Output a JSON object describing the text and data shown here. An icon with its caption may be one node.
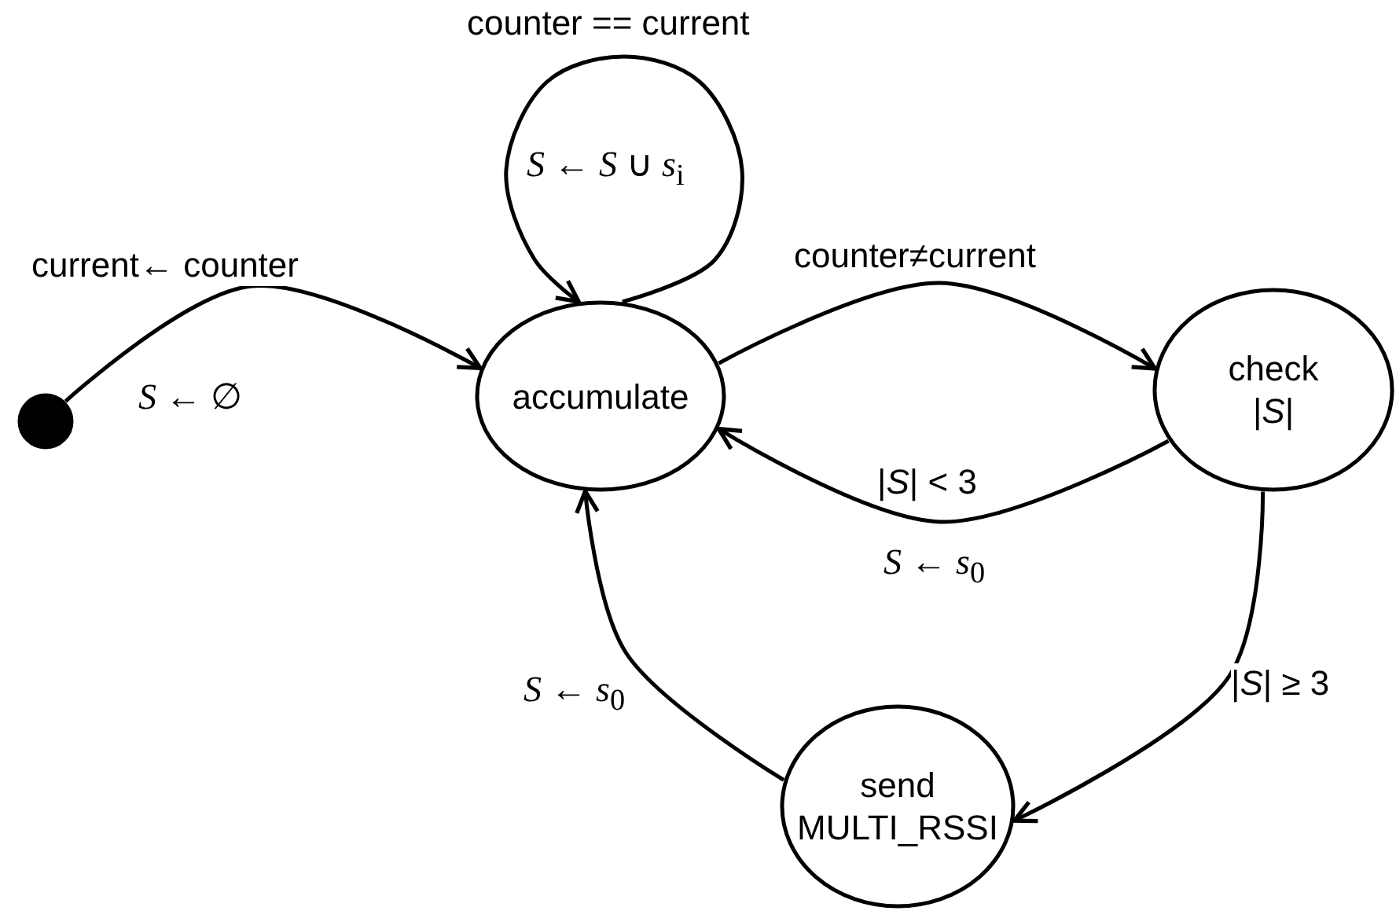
{
  "diagram": {
    "nodes": [
      {
        "text": [],
        "shape": "circle"
      },
      {
        "text": [
          "accumulate"
        ]
      },
      {
        "text": [
          "check",
          "|*S*|"
        ]
      },
      {
        "text": [
          "send MULTI_RSSI"
        ]
      }
    ],
    "edges": [
      {
        "from": 0,
        "to": 1,
        "arrow": "to",
        "label": "current**←** counter"
      },
      {
        "from": 1,
        "to": 1,
        "arrow": "to",
        "label": "counter == current"
      },
      {
        "from": 1,
        "to": 2,
        "arrow": "to",
        "label": "counter≠current"
      },
      {
        "from": 2,
        "to": 1,
        "arrow": "to",
        "label": "|*S*| < 3"
      },
      {
        "from": 2,
        "to": 3,
        "arrow": "to",
        "label": "|*S*| ≥ 3"
      },
      {
        "from": 3,
        "to": 1,
        "arrow": "to"
      }
    ],
    "labels": [
      "*S* ← ∅",
      "*S* ← *S* ∪ *s*$_{i}$",
      "*S* ← *s*$_{0}$",
      "*S* ← *s*$_{0}$"
    ]
  }
}
